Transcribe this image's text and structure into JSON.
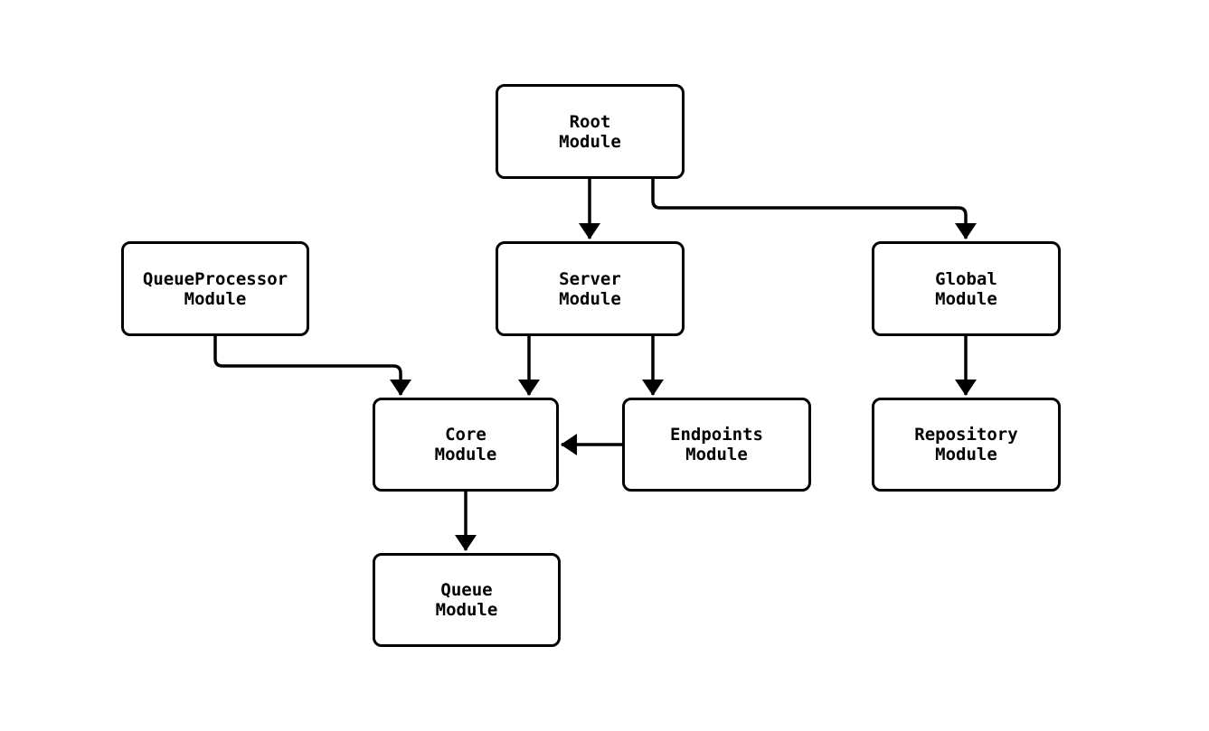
{
  "diagram": {
    "type": "flowchart",
    "background_color": "#ffffff",
    "node_fill_color": "#ffffff",
    "node_border_color": "#000000",
    "edge_color": "#000000",
    "text_color": "#000000",
    "nodes": {
      "root": {
        "label": "Root\nModule"
      },
      "queueprocessor": {
        "label": "QueueProcessor\nModule"
      },
      "server": {
        "label": "Server\nModule"
      },
      "global": {
        "label": "Global\nModule"
      },
      "core": {
        "label": "Core\nModule"
      },
      "endpoints": {
        "label": "Endpoints\nModule"
      },
      "repository": {
        "label": "Repository\nModule"
      },
      "queue": {
        "label": "Queue\nModule"
      }
    },
    "edges": [
      {
        "from": "Root Module",
        "to": "Server Module"
      },
      {
        "from": "Root Module",
        "to": "Global Module"
      },
      {
        "from": "QueueProcessor Module",
        "to": "Core Module"
      },
      {
        "from": "Server Module",
        "to": "Core Module"
      },
      {
        "from": "Server Module",
        "to": "Endpoints Module"
      },
      {
        "from": "Endpoints Module",
        "to": "Core Module"
      },
      {
        "from": "Global Module",
        "to": "Repository Module"
      },
      {
        "from": "Core Module",
        "to": "Queue Module"
      }
    ]
  }
}
